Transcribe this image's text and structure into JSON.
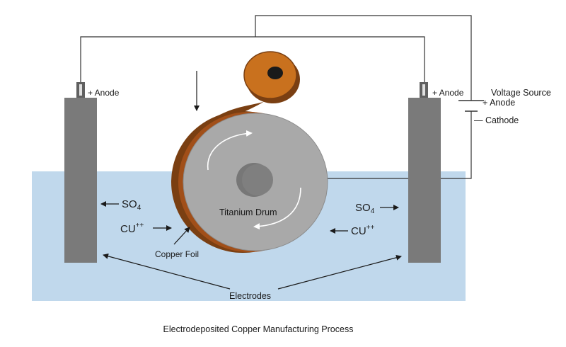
{
  "diagram": {
    "caption": "Electrodeposited Copper Manufacturing Process",
    "labels": {
      "anode_left": "+ Anode",
      "anode_right": "+ Anode",
      "voltage_source": "Voltage Source",
      "vs_anode": "+ Anode",
      "vs_cathode": "— Cathode",
      "drum": "Titanium Drum",
      "copper_foil": "Copper Foil",
      "electrodes": "Electrodes"
    },
    "ions": {
      "so4_left": {
        "base": "SO",
        "sub": "4"
      },
      "cu_left": {
        "base": "CU",
        "sup": "++"
      },
      "so4_right": {
        "base": "SO",
        "sub": "4"
      },
      "cu_right": {
        "base": "CU",
        "sup": "++"
      }
    },
    "colors": {
      "electrolyte": "#c0d8ec",
      "electrode": "#7a7a7a",
      "drum_face": "#a9a9a9",
      "drum_hub": "#777777",
      "copper": "#c9711e",
      "copper_edge": "#7a3f12",
      "wire": "#333333"
    }
  }
}
